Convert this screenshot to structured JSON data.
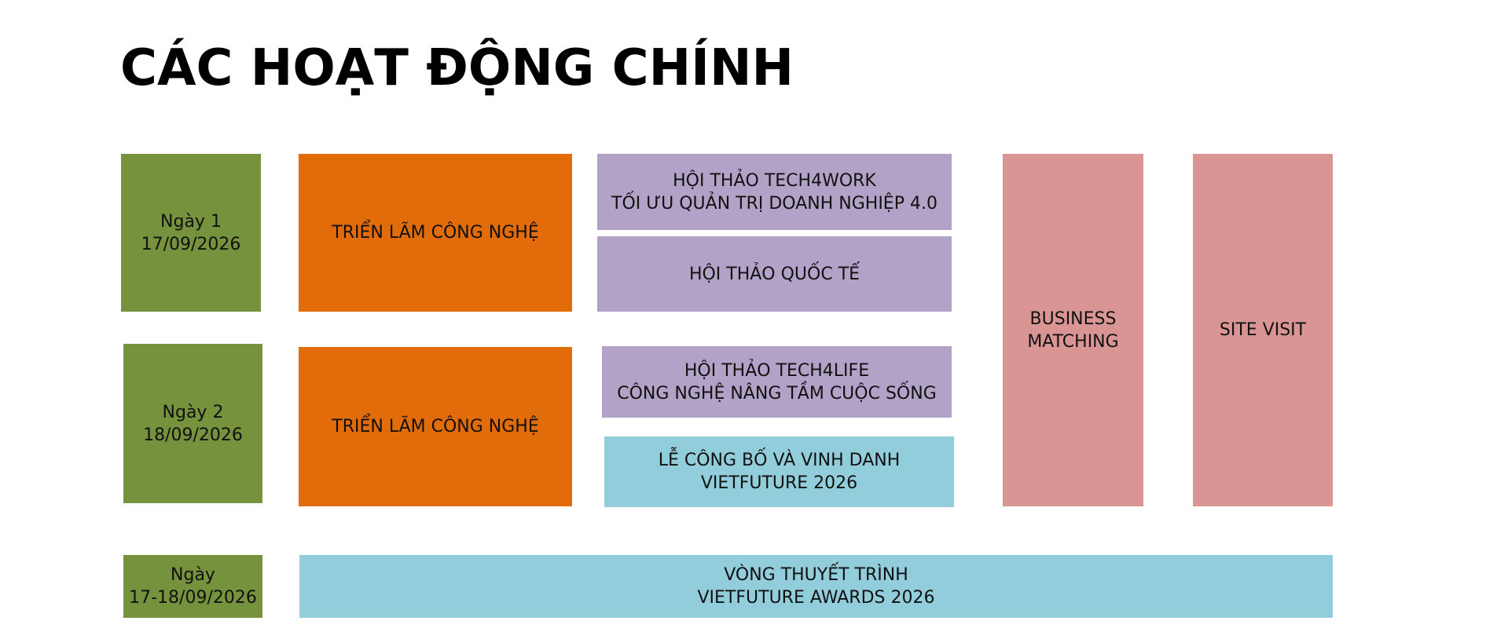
{
  "title": "CÁC HOẠT ĐỘNG CHÍNH",
  "colors": {
    "day": "#76923c",
    "exhibition": "#e36c0a",
    "workshop": "#b2a2c7",
    "matching": "#d99594",
    "awards": "#92cddc"
  },
  "days": [
    {
      "label": "Ngày 1",
      "date": "17/09/2026"
    },
    {
      "label": "Ngày 2",
      "date": "18/09/2026"
    },
    {
      "label": "Ngày",
      "date": "17-18/09/2026"
    }
  ],
  "activities": {
    "exhibition_day1": "TRIỂN LÃM CÔNG NGHỆ",
    "exhibition_day2": "TRIỂN LÃM CÔNG NGHỆ",
    "tech4work": {
      "line1": "HỘI THẢO TECH4WORK",
      "line2": "TỐI ƯU QUẢN TRỊ DOANH NGHIỆP 4.0"
    },
    "international": "HỘI THẢO QUỐC TẾ",
    "tech4life": {
      "line1": "HỘI THẢO TECH4LIFE",
      "line2": "CÔNG NGHỆ NÂNG TẦM CUỘC SỐNG"
    },
    "ceremony": {
      "line1": "LỄ CÔNG BỐ VÀ VINH DANH",
      "line2": "VIETFUTURE 2026"
    },
    "business_matching": {
      "line1": "BUSINESS",
      "line2": "MATCHING"
    },
    "site_visit": "SITE VISIT",
    "pitching": {
      "line1": "VÒNG THUYẾT TRÌNH",
      "line2": "VIETFUTURE AWARDS 2026"
    }
  }
}
